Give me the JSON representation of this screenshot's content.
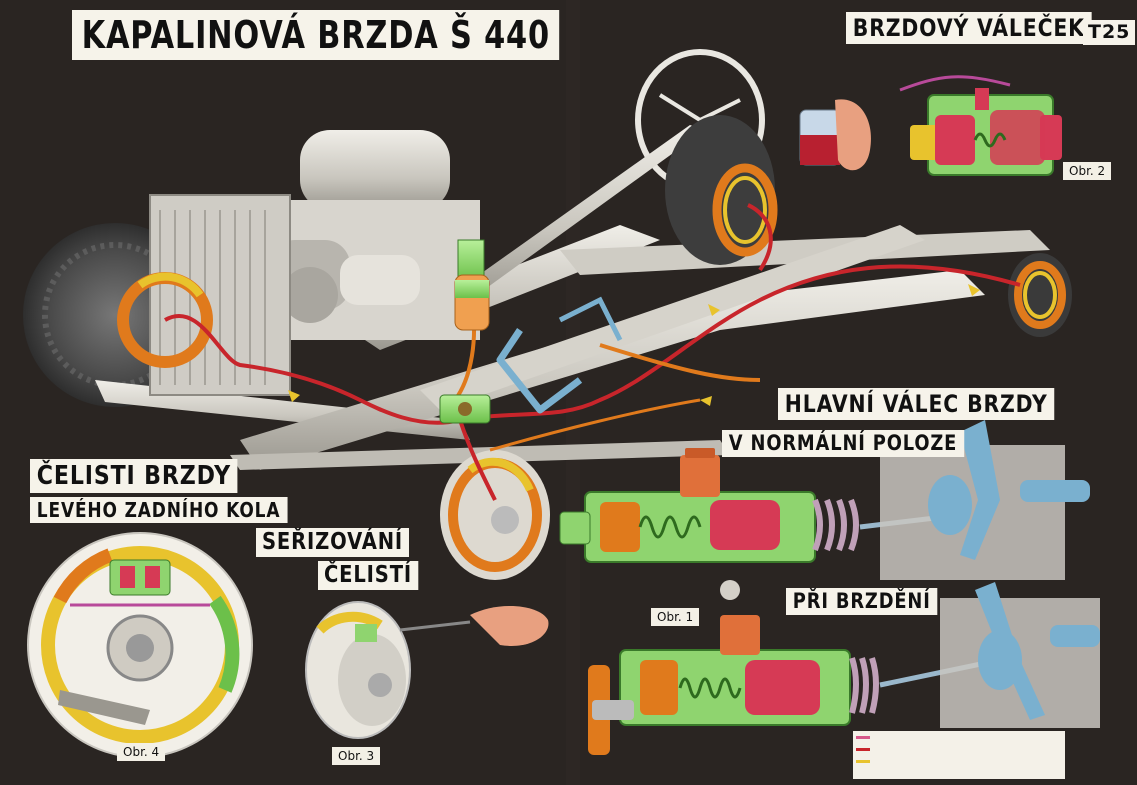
{
  "titles": {
    "main": "KAPALINOVÁ BRZDA Š 440",
    "wheel_cylinder": "BRZDOVÝ VÁLEČEK",
    "sheet_code": "T25",
    "master_cylinder": "HLAVNÍ VÁLEC BRZDY",
    "normal_position": "V NORMÁLNÍ POLOZE",
    "braking": "PŘI BRZDĚNÍ",
    "jaws_line1": "ČELISTI BRZDY",
    "jaws_line2": "LEVÉHO ZADNÍHO KOLA",
    "adjust_line1": "SEŘIZOVÁNÍ",
    "adjust_line2": "ČELISTÍ"
  },
  "figures": {
    "obr1": "Obr. 1",
    "obr2": "Obr. 2",
    "obr3": "Obr. 3",
    "obr4": "Obr. 4"
  },
  "colors": {
    "background": "#2a2522",
    "chassis": "#d9d6cf",
    "brake_line": "#c8252b",
    "return_line": "#e07a1c",
    "pedal_rod": "#7ab0cf",
    "fluid_green": "#8fd46f",
    "shoe_yellow": "#e8c32d",
    "cylinder_red": "#d63a55",
    "spring_green": "#4a9a3a"
  },
  "legend": {
    "rows": [
      {
        "color": "#d6588a"
      },
      {
        "color": "#c8252b"
      },
      {
        "color": "#e8c32d"
      }
    ]
  }
}
